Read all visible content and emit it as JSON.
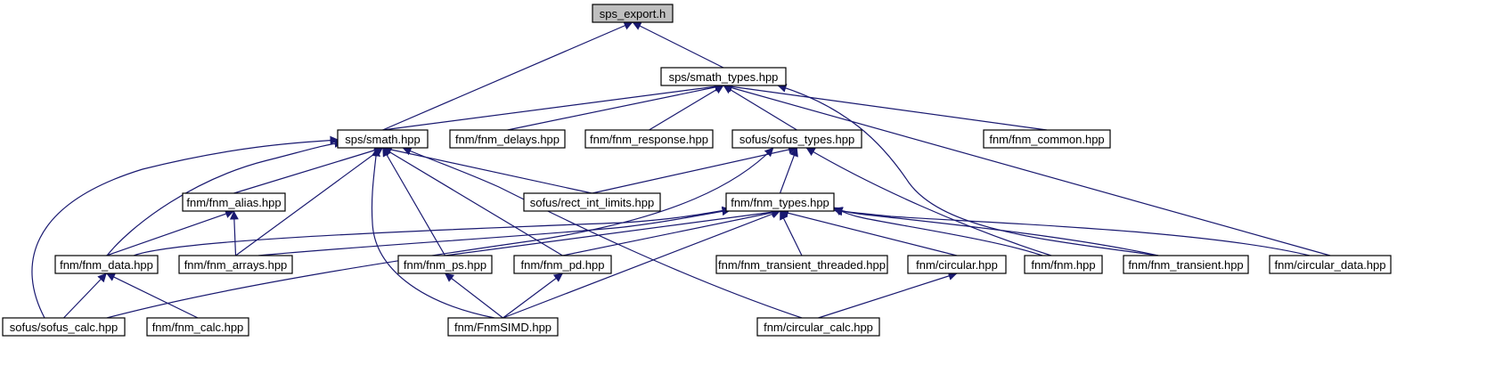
{
  "graph": {
    "nodes": [
      {
        "id": "sps_export",
        "label": "sps_export.h",
        "root": true
      },
      {
        "id": "smath_types",
        "label": "sps/smath_types.hpp"
      },
      {
        "id": "smath",
        "label": "sps/smath.hpp"
      },
      {
        "id": "fnm_delays",
        "label": "fnm/fnm_delays.hpp"
      },
      {
        "id": "fnm_response",
        "label": "fnm/fnm_response.hpp"
      },
      {
        "id": "sofus_types",
        "label": "sofus/sofus_types.hpp"
      },
      {
        "id": "fnm_common",
        "label": "fnm/fnm_common.hpp"
      },
      {
        "id": "fnm_alias",
        "label": "fnm/fnm_alias.hpp"
      },
      {
        "id": "rect_int_limits",
        "label": "sofus/rect_int_limits.hpp"
      },
      {
        "id": "fnm_types",
        "label": "fnm/fnm_types.hpp"
      },
      {
        "id": "fnm_data",
        "label": "fnm/fnm_data.hpp"
      },
      {
        "id": "fnm_arrays",
        "label": "fnm/fnm_arrays.hpp"
      },
      {
        "id": "fnm_ps",
        "label": "fnm/fnm_ps.hpp"
      },
      {
        "id": "fnm_pd",
        "label": "fnm/fnm_pd.hpp"
      },
      {
        "id": "fnm_transient_thr",
        "label": "fnm/fnm_transient_threaded.hpp"
      },
      {
        "id": "circular",
        "label": "fnm/circular.hpp"
      },
      {
        "id": "fnm",
        "label": "fnm/fnm.hpp"
      },
      {
        "id": "fnm_transient",
        "label": "fnm/fnm_transient.hpp"
      },
      {
        "id": "circular_data",
        "label": "fnm/circular_data.hpp"
      },
      {
        "id": "sofus_calc",
        "label": "sofus/sofus_calc.hpp"
      },
      {
        "id": "fnm_calc",
        "label": "fnm/fnm_calc.hpp"
      },
      {
        "id": "fnmsimd",
        "label": "fnm/FnmSIMD.hpp"
      },
      {
        "id": "circular_calc",
        "label": "fnm/circular_calc.hpp"
      }
    ],
    "edges": [
      {
        "from": "smath",
        "to": "sps_export"
      },
      {
        "from": "smath_types",
        "to": "sps_export"
      },
      {
        "from": "smath",
        "to": "smath_types"
      },
      {
        "from": "fnm_delays",
        "to": "smath_types"
      },
      {
        "from": "fnm_response",
        "to": "smath_types"
      },
      {
        "from": "sofus_types",
        "to": "smath_types"
      },
      {
        "from": "fnm_common",
        "to": "smath_types"
      },
      {
        "from": "fnm_transient",
        "to": "smath_types"
      },
      {
        "from": "circular_data",
        "to": "smath_types"
      },
      {
        "from": "fnm_alias",
        "to": "smath"
      },
      {
        "from": "rect_int_limits",
        "to": "smath"
      },
      {
        "from": "fnm_data",
        "to": "smath"
      },
      {
        "from": "fnm_arrays",
        "to": "smath"
      },
      {
        "from": "fnm_ps",
        "to": "smath"
      },
      {
        "from": "fnm_pd",
        "to": "smath"
      },
      {
        "from": "fnmsimd",
        "to": "smath"
      },
      {
        "from": "circular_calc",
        "to": "smath"
      },
      {
        "from": "sofus_calc",
        "to": "smath"
      },
      {
        "from": "rect_int_limits",
        "to": "sofus_types"
      },
      {
        "from": "fnm_types",
        "to": "sofus_types"
      },
      {
        "from": "fnm",
        "to": "sofus_types"
      },
      {
        "from": "sofus_calc",
        "to": "sofus_types"
      },
      {
        "from": "fnm_data",
        "to": "fnm_alias"
      },
      {
        "from": "fnm_arrays",
        "to": "fnm_alias"
      },
      {
        "from": "fnm_data",
        "to": "fnm_types"
      },
      {
        "from": "fnm_arrays",
        "to": "fnm_types"
      },
      {
        "from": "fnm_ps",
        "to": "fnm_types"
      },
      {
        "from": "fnm_pd",
        "to": "fnm_types"
      },
      {
        "from": "fnmsimd",
        "to": "fnm_types"
      },
      {
        "from": "fnm_transient_thr",
        "to": "fnm_types"
      },
      {
        "from": "circular",
        "to": "fnm_types"
      },
      {
        "from": "fnm",
        "to": "fnm_types"
      },
      {
        "from": "fnm_transient",
        "to": "fnm_types"
      },
      {
        "from": "circular_data",
        "to": "fnm_types"
      },
      {
        "from": "sofus_calc",
        "to": "fnm_data"
      },
      {
        "from": "fnm_calc",
        "to": "fnm_data"
      },
      {
        "from": "fnmsimd",
        "to": "fnm_ps"
      },
      {
        "from": "fnmsimd",
        "to": "fnm_pd"
      },
      {
        "from": "circular_calc",
        "to": "circular"
      }
    ]
  }
}
